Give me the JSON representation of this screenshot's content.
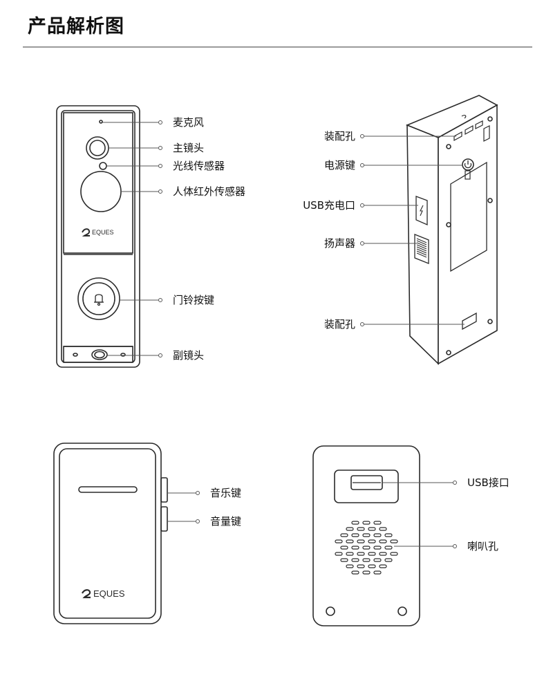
{
  "page": {
    "title": "产品解析图"
  },
  "doorbell_front": {
    "brand": "EQUES",
    "labels": {
      "microphone": "麦克风",
      "main_lens": "主镜头",
      "light_sensor": "光线传感器",
      "pir_sensor": "人体红外传感器",
      "doorbell_button": "门铃按键",
      "secondary_lens": "副镜头"
    }
  },
  "doorbell_back": {
    "labels": {
      "mount_hole_top": "装配孔",
      "power_button": "电源键",
      "usb_port": "USB充电口",
      "speaker": "扬声器",
      "mount_hole_bottom": "装配孔"
    }
  },
  "chime_front": {
    "brand": "EQUES",
    "labels": {
      "music_button": "音乐键",
      "volume_button": "音量键"
    }
  },
  "chime_back": {
    "labels": {
      "usb_port": "USB接口",
      "speaker_hole": "喇叭孔"
    }
  },
  "colors": {
    "stroke": "#2a2a2a",
    "leader": "#555555",
    "rule": "#9a9a9a"
  },
  "icons": [
    "bell-icon",
    "power-icon",
    "lightning-icon",
    "eques-logo"
  ]
}
